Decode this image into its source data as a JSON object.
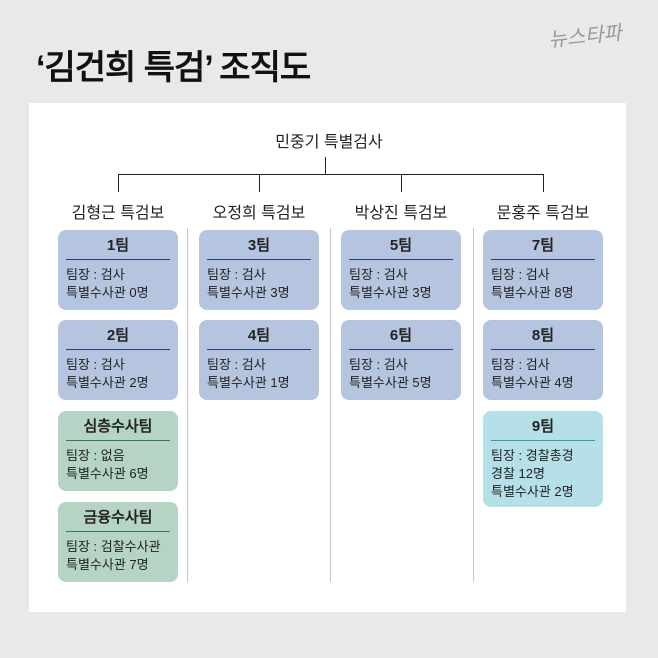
{
  "title": "‘김건희 특검’ 조직도",
  "logo": "뉴스타파",
  "chief": "민중기 특별검사",
  "columns": [
    {
      "lead": "김형근 특검보",
      "teams": [
        {
          "name": "1팀",
          "lines": [
            "팀장 : 검사",
            "특별수사관 0명"
          ],
          "color": "blue"
        },
        {
          "name": "2팀",
          "lines": [
            "팀장 : 검사",
            "특별수사관 2명"
          ],
          "color": "blue"
        },
        {
          "name": "심층수사팀",
          "lines": [
            "팀장 : 없음",
            "특별수사관 6명"
          ],
          "color": "green"
        },
        {
          "name": "금융수사팀",
          "lines": [
            "팀장 : 검찰수사관",
            "특별수사관 7명"
          ],
          "color": "green"
        }
      ]
    },
    {
      "lead": "오정희 특검보",
      "teams": [
        {
          "name": "3팀",
          "lines": [
            "팀장 : 검사",
            "특별수사관 3명"
          ],
          "color": "blue"
        },
        {
          "name": "4팀",
          "lines": [
            "팀장 : 검사",
            "특별수사관 1명"
          ],
          "color": "blue"
        }
      ]
    },
    {
      "lead": "박상진 특검보",
      "teams": [
        {
          "name": "5팀",
          "lines": [
            "팀장 : 검사",
            "특별수사관 3명"
          ],
          "color": "blue"
        },
        {
          "name": "6팀",
          "lines": [
            "팀장 : 검사",
            "특별수사관 5명"
          ],
          "color": "blue"
        }
      ]
    },
    {
      "lead": "문홍주 특검보",
      "teams": [
        {
          "name": "7팀",
          "lines": [
            "팀장 : 검사",
            "특별수사관 8명"
          ],
          "color": "blue"
        },
        {
          "name": "8팀",
          "lines": [
            "팀장 : 검사",
            "특별수사관 4명"
          ],
          "color": "blue"
        },
        {
          "name": "9팀",
          "lines": [
            "팀장 : 경찰총경",
            "경찰 12명",
            "특별수사관 2명"
          ],
          "color": "cyan"
        }
      ]
    }
  ],
  "colors": {
    "blue": "#b5c5df",
    "green": "#b5d4c4",
    "cyan": "#b5e0e7",
    "background": "#e9e9e9"
  }
}
